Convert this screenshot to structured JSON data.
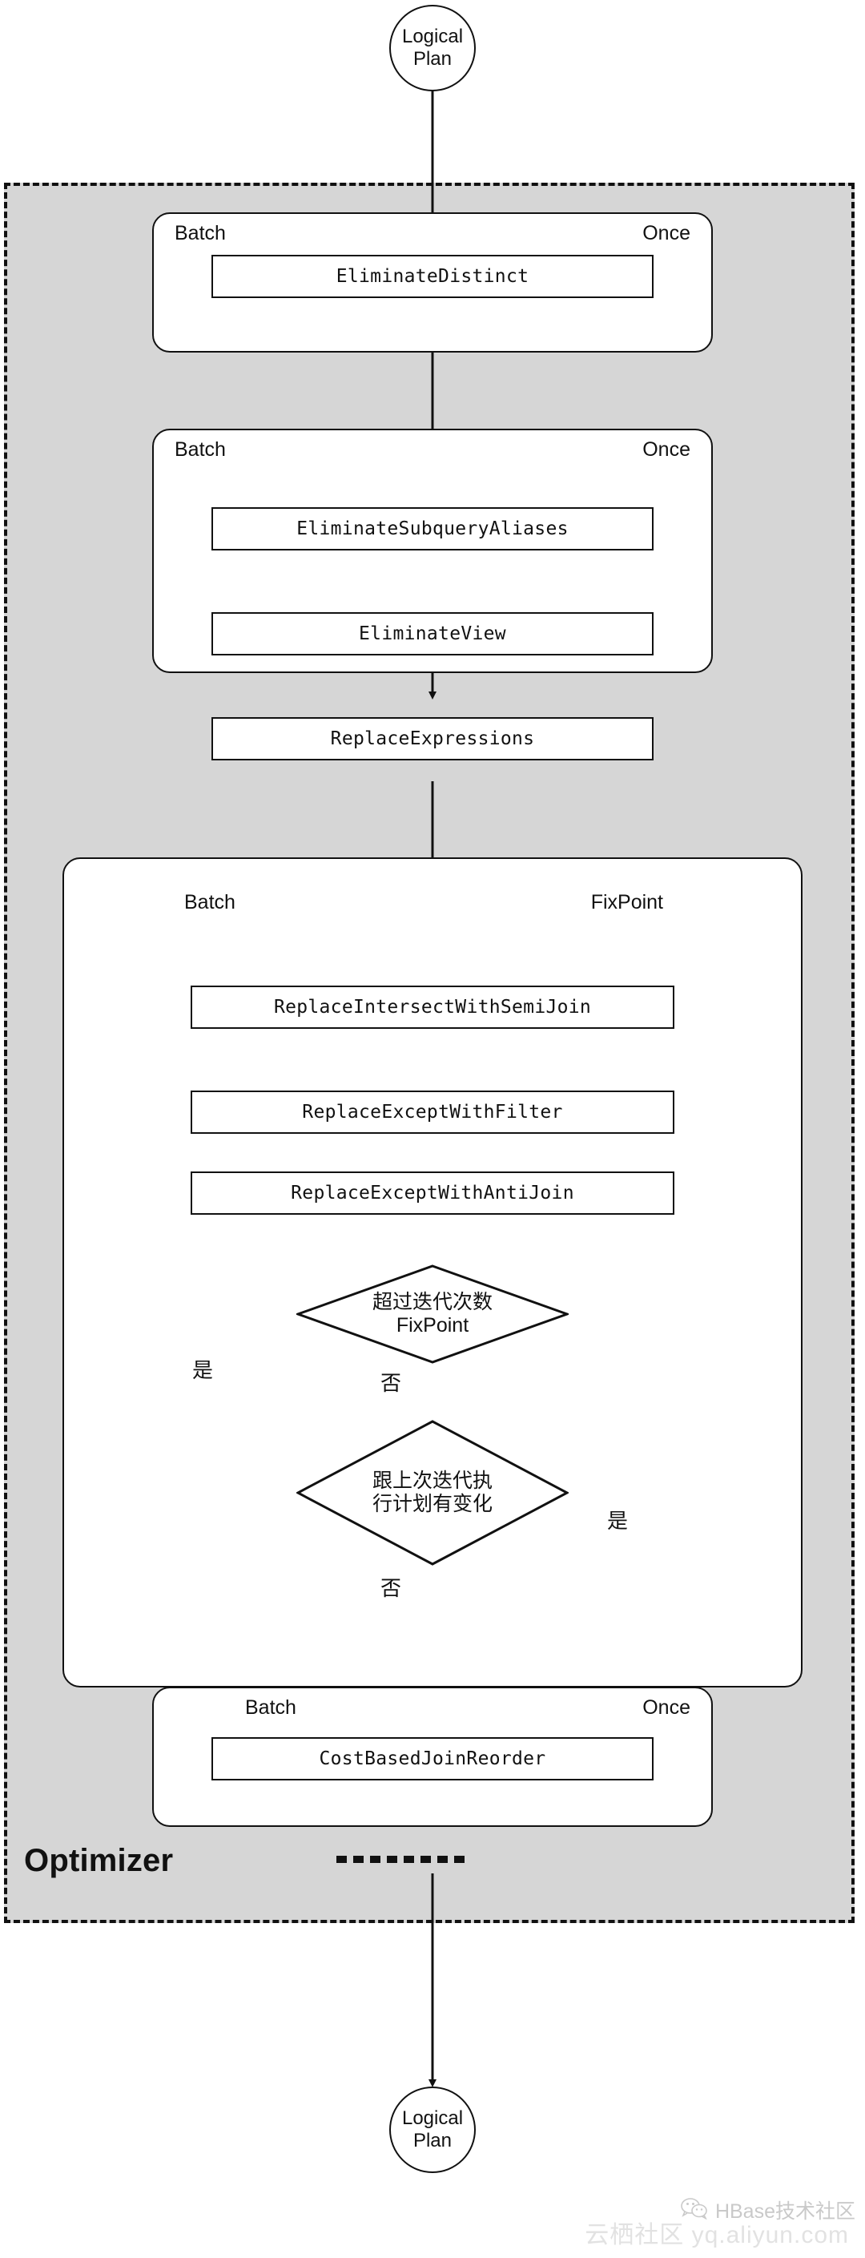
{
  "diagram": {
    "title": "Optimizer",
    "start_node": {
      "line1": "Logical",
      "line2": "Plan"
    },
    "end_node": {
      "line1": "Logical",
      "line2": "Plan"
    },
    "ellipsis": "..........",
    "batches": [
      {
        "id": "batch-1",
        "left_label": "Batch",
        "right_label": "Once",
        "rules": [
          "EliminateDistinct"
        ]
      },
      {
        "id": "batch-2",
        "left_label": "Batch",
        "right_label": "Once",
        "rules": [
          "EliminateSubqueryAliases",
          "EliminateView",
          "ReplaceExpressions"
        ]
      },
      {
        "id": "batch-3",
        "left_label": "Batch",
        "right_label": "FixPoint",
        "rules": [
          "ReplaceIntersectWithSemiJoin",
          "ReplaceExceptWithFilter",
          "ReplaceExceptWithAntiJoin"
        ],
        "decisions": [
          {
            "id": "decision-max-iterations",
            "line1": "超过迭代次数",
            "line2": "FixPoint",
            "yes_label": "是",
            "no_label": "否"
          },
          {
            "id": "decision-plan-changed",
            "line1": "跟上次迭代执",
            "line2": "行计划有变化",
            "yes_label": "是",
            "no_label": "否"
          }
        ]
      },
      {
        "id": "batch-4",
        "left_label": "Batch",
        "right_label": "Once",
        "rules": [
          "CostBasedJoinReorder"
        ]
      }
    ]
  },
  "watermark": {
    "brand": "HBase技术社区",
    "icon": "wechat-icon",
    "faint": "云栖社区 yq.aliyun.com"
  },
  "colors": {
    "region_fill": "#d6d6d6",
    "stroke": "#111111",
    "box_fill": "#ffffff"
  }
}
